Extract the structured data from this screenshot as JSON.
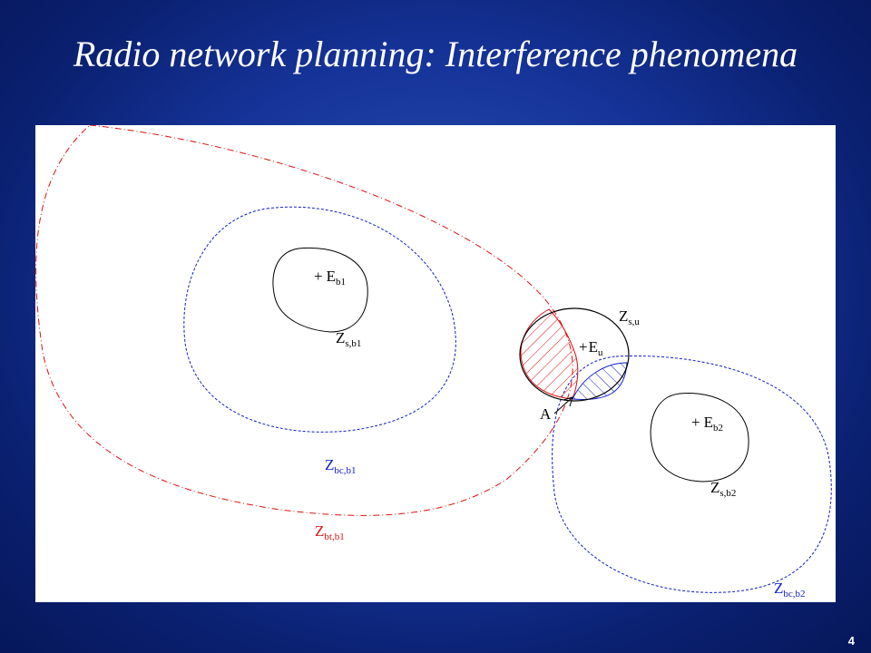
{
  "title": "Radio network planning: Interference phenomena",
  "page_number": "4",
  "colors": {
    "background": "#16349a",
    "panel": "#ffffff",
    "bt_zone": "#e01010",
    "bc_zone": "#1020c8",
    "service_zone": "#000000",
    "hatch_red": "#e01010",
    "hatch_blue": "#1020c8"
  },
  "diagram": {
    "e_b1": {
      "plus": "+",
      "main": "E",
      "sub": "b1"
    },
    "z_s_b1": {
      "main": "Z",
      "sub": "s,b1"
    },
    "z_bc_b1": {
      "main": "Z",
      "sub": "bc,b1"
    },
    "z_bt_b1": {
      "main": "Z",
      "sub": "bt,b1"
    },
    "e_u": {
      "plus": "+",
      "main": "E",
      "sub": "u"
    },
    "z_s_u": {
      "main": "Z",
      "sub": "s,u"
    },
    "point_a": "A",
    "e_b2": {
      "plus": "+",
      "main": "E",
      "sub": "b2"
    },
    "z_s_b2": {
      "main": "Z",
      "sub": "s,b2"
    },
    "z_bc_b2": {
      "main": "Z",
      "sub": "bc,b2"
    }
  }
}
